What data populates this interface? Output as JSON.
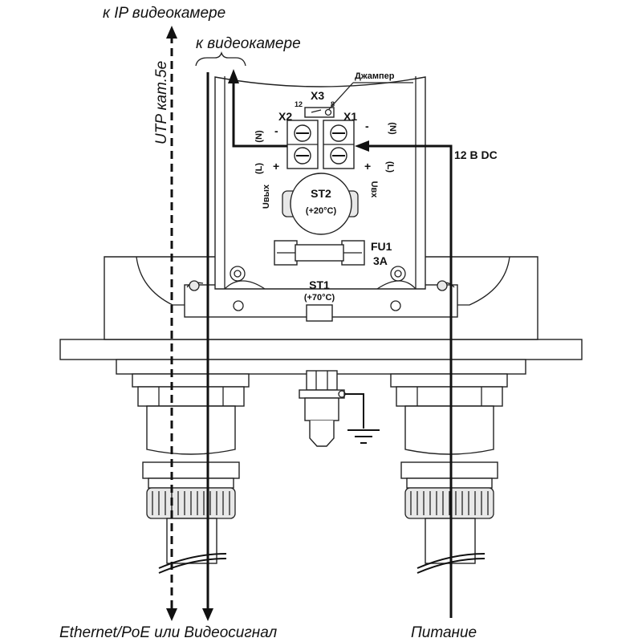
{
  "labels": {
    "to_ip_camera": "к IP видеокамере",
    "to_camera": "к видеокамере",
    "utp_cable": "UTP кат.5e",
    "jumper": "Джампер",
    "x3": "X3",
    "x3_pin_12": "12",
    "x3_pin_8": "8",
    "x2": "X2",
    "x1": "X1",
    "n_left": "(N)",
    "n_right": "(N)",
    "minus_left": "-",
    "minus_right": "-",
    "plus_left": "+",
    "plus_right": "+",
    "l_left": "(L)",
    "l_right": "(L)",
    "u_out": "Uвых",
    "u_in": "Uвх",
    "power_12v": "12 В DC",
    "st2": "ST2",
    "st2_temp": "(+20°C)",
    "fu1": "FU1",
    "fu1_rating": "3A",
    "st1": "ST1",
    "st1_temp": "(+70°C)",
    "ethernet_poe": "Ethernet/PoE или Видеосигнал",
    "power": "Питание"
  },
  "colors": {
    "line": "#111111",
    "panel": "#ffffff",
    "shade": "#e8e8e8"
  },
  "icons": {
    "ground": "ground-symbol-icon",
    "arrow": "arrowhead-icon"
  }
}
